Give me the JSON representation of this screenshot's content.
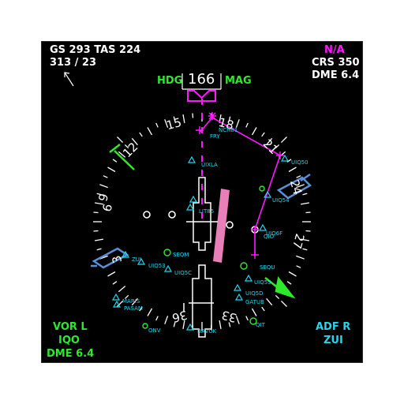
{
  "colors": {
    "background": "#000000",
    "white": "#ffffff",
    "green": "#2ee82e",
    "magenta": "#ff19ff",
    "cyan": "#21d7ee",
    "pink_bar": "#e87fb8",
    "blue_needle": "#5a8fd6"
  },
  "top_left": {
    "gs_tas": "GS 293  TAS 224",
    "wind": "313 / 23",
    "wind_arrow_icon": "wind-arrow-icon"
  },
  "top_right": {
    "nav_source": "N/A",
    "course": "CRS 350",
    "dme": "DME 6.4"
  },
  "heading": {
    "hdg_label": "HDG",
    "value": "166",
    "mag_label": "MAG",
    "bug_icon": "heading-bug-icon"
  },
  "compass": {
    "labels": [
      "15",
      "18",
      "21",
      "24",
      "27",
      "3",
      "6",
      "9",
      "12",
      "33",
      "36"
    ]
  },
  "waypoints": [
    "NCH81",
    "UIQ50",
    "UIXLA",
    "UIQ54",
    "LIT85",
    "UIQ6F",
    "QIO",
    "SEQM",
    "ZUI",
    "UIQ53",
    "UIQ5C",
    "SEQU",
    "UIQ55",
    "UIQ5D",
    "GATUB",
    "QIT",
    "MARIS",
    "PASAM",
    "ONV",
    "DAVUK",
    "FRY"
  ],
  "bottom_left": {
    "vor_label": "VOR L",
    "station": "IQO",
    "dme": "DME 6.4"
  },
  "bottom_right": {
    "adf_label": "ADF  R",
    "station": "ZUI"
  }
}
